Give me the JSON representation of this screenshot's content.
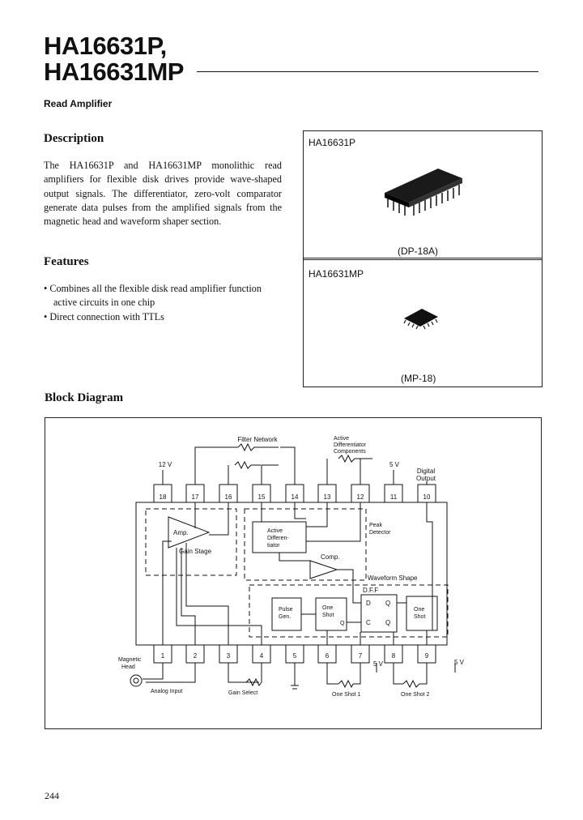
{
  "header": {
    "title_line1": "HA16631P,",
    "title_line2": "HA16631MP",
    "subtitle": "Read Amplifier"
  },
  "description": {
    "heading": "Description",
    "text": "The HA16631P and HA16631MP monolithic read amplifiers for flexible disk drives provide wave-shaped output signals. The differentiator, zero-volt comparator generate data pulses from the amplified signals from the magnetic head and waveform shaper section."
  },
  "features": {
    "heading": "Features",
    "items": [
      "• Combines all the flexible disk read amplifier function active circuits in one chip",
      "• Direct connection with TTLs"
    ]
  },
  "packages": [
    {
      "name": "HA16631P",
      "code": "(DP-18A)"
    },
    {
      "name": "HA16631MP",
      "code": "(MP-18)"
    }
  ],
  "block_diagram": {
    "heading": "Block Diagram",
    "top_pins": [
      "18",
      "17",
      "16",
      "15",
      "14",
      "13",
      "12",
      "11",
      "10"
    ],
    "bottom_pins": [
      "1",
      "2",
      "3",
      "4",
      "5",
      "6",
      "7",
      "8",
      "9"
    ],
    "labels": {
      "filter_network": "Filter Network",
      "active_diff_components_1": "Active",
      "active_diff_components_2": "Differentiator",
      "active_diff_components_3": "Components",
      "v12": "12 V",
      "v5_top": "5 V",
      "digital_output_1": "Digital",
      "digital_output_2": "Output",
      "peak_detector_1": "Peak",
      "peak_detector_2": "Detector",
      "amp": "Amp.",
      "gain_stage": "Gain Stage",
      "active_diff_1": "Active",
      "active_diff_2": "Differen-",
      "active_diff_3": "tiator",
      "comp": "Comp.",
      "waveform_shape": "Waveform Shape",
      "dff": "D.F.F",
      "pulse_gen_1": "Pulse",
      "pulse_gen_2": "Gen.",
      "one_shot_1a": "One",
      "one_shot_1b": "Shot",
      "one_shot_2a": "One",
      "one_shot_2b": "Shot",
      "ff_d": "D",
      "ff_q": "Q",
      "ff_c": "C",
      "ff_qbar": "Q",
      "os_q": "Q",
      "magnetic_head_1": "Magnetic",
      "magnetic_head_2": "Head",
      "analog_input": "Analog Input",
      "gain_select": "Gain Select",
      "v5_mid": "5 V",
      "v5_right": "5 V",
      "one_shot_label_1": "One Shot 1",
      "one_shot_label_2": "One Shot 2"
    }
  },
  "page_number": "244"
}
